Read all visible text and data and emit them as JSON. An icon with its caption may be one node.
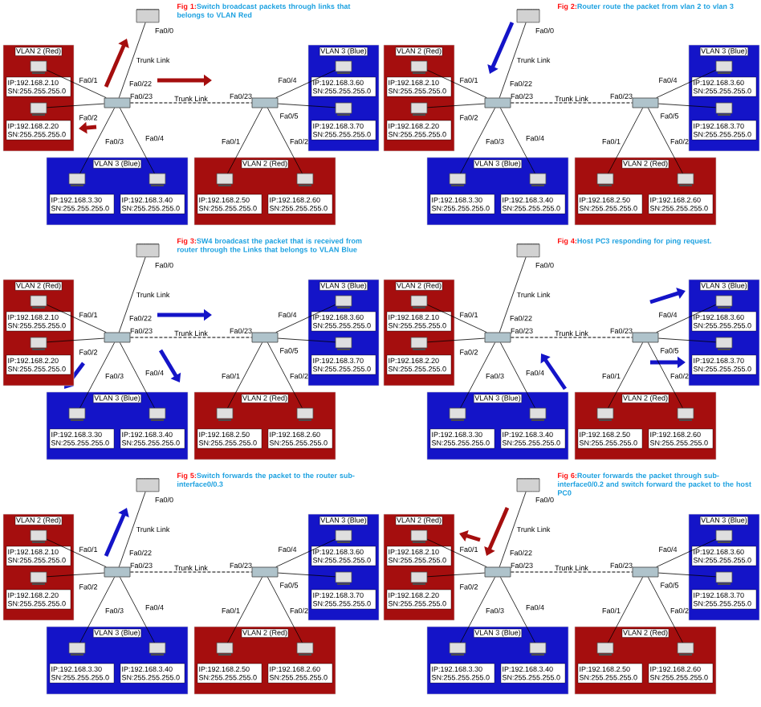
{
  "diagram": {
    "nodes": [
      {
        "text": [],
        "shape": "cylinder"
      },
      {
        "text": [],
        "shape": "box"
      },
      {
        "text": [],
        "shape": "box"
      },
      {
        "text": [
          "VLAN 2 (Red)"
        ]
      },
      {
        "text": [],
        "shape": "computer",
        "in": 3
      },
      {
        "text": [
          "IP:192.168.2.10 SN:255.255.255.0"
        ],
        "in": 3
      },
      {
        "text": [],
        "shape": "computer",
        "in": 3
      },
      {
        "text": [
          "IP:192.168.2.20 SN:255.255.255.0"
        ],
        "in": 3
      },
      {
        "text": [
          "VLAN 3 (Blue)"
        ]
      },
      {
        "text": [],
        "shape": "computer",
        "in": 8
      },
      {
        "text": [
          "IP:192.168.3.30 SN:255.255.255.0"
        ],
        "in": 8
      },
      {
        "text": [],
        "shape": "computer",
        "in": 8
      },
      {
        "text": [
          "IP:192.168.3.40 SN:255.255.255.0"
        ],
        "in": 8
      },
      {
        "text": [
          "VLAN 2 (Red)"
        ]
      },
      {
        "text": [],
        "shape": "computer",
        "in": 13
      },
      {
        "text": [
          "IP:192.168.2.50 SN:255.255.255.0"
        ],
        "in": 13
      },
      {
        "text": [],
        "shape": "computer",
        "in": 13
      },
      {
        "text": [
          "IP:192.168.2.60 SN:255.255.255.0"
        ],
        "in": 13
      },
      {
        "text": [
          "VLAN 3 (Blue)"
        ]
      },
      {
        "text": [],
        "shape": "computer",
        "in": 18
      },
      {
        "text": [
          "IP:192.168.3.60 SN:255.255.255.0"
        ],
        "in": 18
      },
      {
        "text": [],
        "shape": "computer",
        "in": 18
      },
      {
        "text": [
          "IP:192.168.3.70 SN:255.255.255.0"
        ],
        "in": 18
      },
      {
        "text": [],
        "shape": "cylinder"
      },
      {
        "text": [],
        "shape": "box"
      },
      {
        "text": [],
        "shape": "box"
      },
      {
        "text": [
          "VLAN 2 (Red)"
        ]
      },
      {
        "text": [],
        "shape": "computer",
        "in": 26
      },
      {
        "text": [
          "IP:192.168.2.10 SN:255.255.255.0"
        ],
        "in": 26
      },
      {
        "text": [],
        "shape": "computer",
        "in": 26
      },
      {
        "text": [
          "IP:192.168.2.20 SN:255.255.255.0"
        ],
        "in": 26
      },
      {
        "text": [
          "VLAN 3 (Blue)"
        ]
      },
      {
        "text": [],
        "shape": "computer",
        "in": 31
      },
      {
        "text": [
          "IP:192.168.3.30 SN:255.255.255.0"
        ],
        "in": 31
      },
      {
        "text": [],
        "shape": "computer",
        "in": 31
      },
      {
        "text": [
          "IP:192.168.3.40 SN:255.255.255.0"
        ],
        "in": 31
      },
      {
        "text": [
          "VLAN 2 (Red)"
        ]
      },
      {
        "text": [],
        "shape": "computer",
        "in": 36
      },
      {
        "text": [
          "IP:192.168.2.50 SN:255.255.255.0"
        ],
        "in": 36
      },
      {
        "text": [],
        "shape": "computer",
        "in": 36
      },
      {
        "text": [
          "IP:192.168.2.60 SN:255.255.255.0"
        ],
        "in": 36
      },
      {
        "text": [
          "VLAN 3 (Blue)"
        ]
      },
      {
        "text": [],
        "shape": "computer",
        "in": 41
      },
      {
        "text": [
          "IP:192.168.3.60 SN:255.255.255.0"
        ],
        "in": 41
      },
      {
        "text": [],
        "shape": "computer",
        "in": 41
      },
      {
        "text": [
          "IP:192.168.3.70 SN:255.255.255.0"
        ],
        "in": 41
      },
      {
        "text": [],
        "shape": "cylinder"
      },
      {
        "text": [],
        "shape": "box"
      },
      {
        "text": [],
        "shape": "box"
      },
      {
        "text": [
          "VLAN 2 (Red)"
        ]
      },
      {
        "text": [],
        "shape": "computer",
        "in": 49
      },
      {
        "text": [
          "IP:192.168.2.10 SN:255.255.255.0"
        ],
        "in": 49
      },
      {
        "text": [],
        "shape": "computer",
        "in": 49
      },
      {
        "text": [
          "IP:192.168.2.20 SN:255.255.255.0"
        ],
        "in": 49
      },
      {
        "text": [
          "VLAN 3 (Blue)"
        ]
      },
      {
        "text": [],
        "shape": "computer",
        "in": 54
      },
      {
        "text": [
          "IP:192.168.3.30 SN:255.255.255.0"
        ],
        "in": 54
      },
      {
        "text": [],
        "shape": "computer",
        "in": 54
      },
      {
        "text": [
          "IP:192.168.3.40 SN:255.255.255.0"
        ],
        "in": 54
      },
      {
        "text": [
          "VLAN 2 (Red)"
        ]
      },
      {
        "text": [],
        "shape": "computer",
        "in": 59
      },
      {
        "text": [
          "IP:192.168.2.50 SN:255.255.255.0"
        ],
        "in": 59
      },
      {
        "text": [],
        "shape": "computer",
        "in": 59
      },
      {
        "text": [
          "IP:192.168.2.60 SN:255.255.255.0"
        ],
        "in": 59
      },
      {
        "text": [
          "VLAN 3 (Blue)"
        ]
      },
      {
        "text": [],
        "shape": "computer",
        "in": 64
      },
      {
        "text": [
          "IP:192.168.3.60 SN:255.255.255.0"
        ],
        "in": 64
      },
      {
        "text": [],
        "shape": "computer",
        "in": 64
      },
      {
        "text": [
          "IP:192.168.3.70 SN:255.255.255.0"
        ],
        "in": 64
      },
      {
        "text": [],
        "shape": "cylinder"
      },
      {
        "text": [],
        "shape": "box"
      },
      {
        "text": [],
        "shape": "box"
      },
      {
        "text": [
          "VLAN 2 (Red)"
        ]
      },
      {
        "text": [],
        "shape": "computer",
        "in": 72
      },
      {
        "text": [
          "IP:192.168.2.10 SN:255.255.255.0"
        ],
        "in": 72
      },
      {
        "text": [],
        "shape": "computer",
        "in": 72
      },
      {
        "text": [
          "IP:192.168.2.20 SN:255.255.255.0"
        ],
        "in": 72
      },
      {
        "text": [
          "VLAN 3 (Blue)"
        ]
      },
      {
        "text": [],
        "shape": "computer",
        "in": 77
      },
      {
        "text": [
          "IP:192.168.3.30 SN:255.255.255.0"
        ],
        "in": 77
      },
      {
        "text": [],
        "shape": "computer",
        "in": 77
      },
      {
        "text": [
          "IP:192.168.3.40 SN:255.255.255.0"
        ],
        "in": 77
      },
      {
        "text": [
          "VLAN 2 (Red)"
        ]
      },
      {
        "text": [],
        "shape": "computer",
        "in": 82
      },
      {
        "text": [
          "IP:192.168.2.50 SN:255.255.255.0"
        ],
        "in": 82
      },
      {
        "text": [],
        "shape": "computer",
        "in": 82
      },
      {
        "text": [
          "IP:192.168.2.60 SN:255.255.255.0"
        ],
        "in": 82
      },
      {
        "text": [
          "VLAN 3 (Blue)"
        ]
      },
      {
        "text": [],
        "shape": "computer",
        "in": 87
      },
      {
        "text": [
          "IP:192.168.3.60 SN:255.255.255.0"
        ],
        "in": 87
      },
      {
        "text": [],
        "shape": "computer",
        "in": 87
      },
      {
        "text": [
          "IP:192.168.3.70 SN:255.255.255.0"
        ],
        "in": 87
      },
      {
        "text": [],
        "shape": "cylinder"
      },
      {
        "text": [],
        "shape": "box"
      },
      {
        "text": [],
        "shape": "box"
      },
      {
        "text": [
          "VLAN 2 (Red)"
        ]
      },
      {
        "text": [],
        "shape": "computer",
        "in": 95
      },
      {
        "text": [
          "IP:192.168.2.10 SN:255.255.255.0"
        ],
        "in": 95
      },
      {
        "text": [],
        "shape": "computer",
        "in": 95
      },
      {
        "text": [
          "IP:192.168.2.20 SN:255.255.255.0"
        ],
        "in": 95
      },
      {
        "text": [
          "VLAN 3 (Blue)"
        ]
      },
      {
        "text": [],
        "shape": "computer",
        "in": 100
      },
      {
        "text": [
          "IP:192.168.3.30 SN:255.255.255.0"
        ],
        "in": 100
      },
      {
        "text": [],
        "shape": "computer",
        "in": 100
      },
      {
        "text": [
          "IP:192.168.3.40 SN:255.255.255.0"
        ],
        "in": 100
      },
      {
        "text": [
          "VLAN 2 (Red)"
        ]
      },
      {
        "text": [],
        "shape": "computer",
        "in": 105
      },
      {
        "text": [
          "IP:192.168.2.50 SN:255.255.255.0"
        ],
        "in": 105
      },
      {
        "text": [],
        "shape": "computer",
        "in": 105
      },
      {
        "text": [
          "IP:192.168.2.60 SN:255.255.255.0"
        ],
        "in": 105
      },
      {
        "text": [
          "VLAN 3 (Blue)"
        ]
      },
      {
        "text": [],
        "shape": "computer",
        "in": 110
      },
      {
        "text": [
          "IP:192.168.3.60 SN:255.255.255.0"
        ],
        "in": 110
      },
      {
        "text": [],
        "shape": "computer",
        "in": 110
      },
      {
        "text": [
          "IP:192.168.3.70 SN:255.255.255.0"
        ],
        "in": 110
      },
      {
        "text": [],
        "shape": "cylinder"
      },
      {
        "text": [],
        "shape": "box"
      },
      {
        "text": [],
        "shape": "box"
      },
      {
        "text": [
          "VLAN 2 (Red)"
        ]
      },
      {
        "text": [],
        "shape": "computer",
        "in": 118
      },
      {
        "text": [
          "IP:192.168.2.10 SN:255.255.255.0"
        ],
        "in": 118
      },
      {
        "text": [],
        "shape": "computer",
        "in": 118
      },
      {
        "text": [
          "IP:192.168.2.20 SN:255.255.255.0"
        ],
        "in": 118
      },
      {
        "text": [
          "VLAN 3 (Blue)"
        ]
      },
      {
        "text": [],
        "shape": "computer",
        "in": 123
      },
      {
        "text": [
          "IP:192.168.3.30 SN:255.255.255.0"
        ],
        "in": 123
      },
      {
        "text": [],
        "shape": "computer",
        "in": 123
      },
      {
        "text": [
          "IP:192.168.3.40 SN:255.255.255.0"
        ],
        "in": 123
      },
      {
        "text": [
          "VLAN 2 (Red)"
        ]
      },
      {
        "text": [],
        "shape": "computer",
        "in": 128
      },
      {
        "text": [
          "IP:192.168.2.50 SN:255.255.255.0"
        ],
        "in": 128
      },
      {
        "text": [],
        "shape": "computer",
        "in": 128
      },
      {
        "text": [
          "IP:192.168.2.60 SN:255.255.255.0"
        ],
        "in": 128
      },
      {
        "text": [
          "VLAN 3 (Blue)"
        ]
      },
      {
        "text": [],
        "shape": "computer",
        "in": 133
      },
      {
        "text": [
          "IP:192.168.3.60 SN:255.255.255.0"
        ],
        "in": 133
      },
      {
        "text": [],
        "shape": "computer",
        "in": 133
      },
      {
        "text": [
          "IP:192.168.3.70 SN:255.255.255.0"
        ],
        "in": 133
      }
    ],
    "edges": [
      {
        "from": 0,
        "to": 1,
        "arrow": "none",
        "label": "Trunk Link"
      },
      {
        "from": 1,
        "to": 2,
        "arrow": "none",
        "label": "Trunk Link",
        "style": "dashed"
      },
      {
        "from": 1,
        "to": 4,
        "arrow": "none"
      },
      {
        "from": 1,
        "to": 6,
        "arrow": "none"
      },
      {
        "from": 1,
        "to": 9,
        "arrow": "none"
      },
      {
        "from": 1,
        "to": 11,
        "arrow": "none"
      },
      {
        "from": 2,
        "to": 14,
        "arrow": "none"
      },
      {
        "from": 2,
        "to": 16,
        "arrow": "none"
      },
      {
        "from": 2,
        "to": 19,
        "arrow": "none"
      },
      {
        "from": 2,
        "to": 21,
        "arrow": "none"
      },
      {
        "from": 23,
        "to": 24,
        "arrow": "none",
        "label": "Trunk Link"
      },
      {
        "from": 24,
        "to": 25,
        "arrow": "none",
        "label": "Trunk Link",
        "style": "dashed"
      },
      {
        "from": 24,
        "to": 27,
        "arrow": "none"
      },
      {
        "from": 24,
        "to": 29,
        "arrow": "none"
      },
      {
        "from": 24,
        "to": 32,
        "arrow": "none"
      },
      {
        "from": 24,
        "to": 34,
        "arrow": "none"
      },
      {
        "from": 25,
        "to": 37,
        "arrow": "none"
      },
      {
        "from": 25,
        "to": 39,
        "arrow": "none"
      },
      {
        "from": 25,
        "to": 42,
        "arrow": "none"
      },
      {
        "from": 25,
        "to": 44,
        "arrow": "none"
      },
      {
        "from": 46,
        "to": 47,
        "arrow": "none",
        "label": "Trunk Link"
      },
      {
        "from": 47,
        "to": 48,
        "arrow": "none",
        "label": "Trunk Link",
        "style": "dashed"
      },
      {
        "from": 47,
        "to": 50,
        "arrow": "none"
      },
      {
        "from": 47,
        "to": 52,
        "arrow": "none"
      },
      {
        "from": 47,
        "to": 55,
        "arrow": "none"
      },
      {
        "from": 47,
        "to": 57,
        "arrow": "none"
      },
      {
        "from": 48,
        "to": 60,
        "arrow": "none"
      },
      {
        "from": 48,
        "to": 62,
        "arrow": "none"
      },
      {
        "from": 48,
        "to": 65,
        "arrow": "none"
      },
      {
        "from": 48,
        "to": 67,
        "arrow": "none"
      },
      {
        "from": 69,
        "to": 70,
        "arrow": "none",
        "label": "Trunk Link"
      },
      {
        "from": 70,
        "to": 71,
        "arrow": "none",
        "label": "Trunk Link",
        "style": "dashed"
      },
      {
        "from": 70,
        "to": 73,
        "arrow": "none"
      },
      {
        "from": 70,
        "to": 75,
        "arrow": "none"
      },
      {
        "from": 70,
        "to": 78,
        "arrow": "none"
      },
      {
        "from": 70,
        "to": 80,
        "arrow": "none"
      },
      {
        "from": 71,
        "to": 83,
        "arrow": "none"
      },
      {
        "from": 71,
        "to": 85,
        "arrow": "none"
      },
      {
        "from": 71,
        "to": 88,
        "arrow": "none"
      },
      {
        "from": 71,
        "to": 90,
        "arrow": "none"
      },
      {
        "from": 92,
        "to": 93,
        "arrow": "none",
        "label": "Trunk Link"
      },
      {
        "from": 93,
        "to": 94,
        "arrow": "none",
        "label": "Trunk Link",
        "style": "dashed"
      },
      {
        "from": 93,
        "to": 96,
        "arrow": "none"
      },
      {
        "from": 93,
        "to": 98,
        "arrow": "none"
      },
      {
        "from": 93,
        "to": 101,
        "arrow": "none"
      },
      {
        "from": 93,
        "to": 103,
        "arrow": "none"
      },
      {
        "from": 94,
        "to": 106,
        "arrow": "none"
      },
      {
        "from": 94,
        "to": 108,
        "arrow": "none"
      },
      {
        "from": 94,
        "to": 111,
        "arrow": "none"
      },
      {
        "from": 94,
        "to": 113,
        "arrow": "none"
      },
      {
        "from": 115,
        "to": 116,
        "arrow": "none",
        "label": "Trunk Link"
      },
      {
        "from": 116,
        "to": 117,
        "arrow": "none",
        "label": "Trunk Link",
        "style": "dashed"
      },
      {
        "from": 116,
        "to": 119,
        "arrow": "none"
      },
      {
        "from": 116,
        "to": 121,
        "arrow": "none"
      },
      {
        "from": 116,
        "to": 124,
        "arrow": "none"
      },
      {
        "from": 116,
        "to": 126,
        "arrow": "none"
      },
      {
        "from": 117,
        "to": 129,
        "arrow": "none"
      },
      {
        "from": 117,
        "to": 131,
        "arrow": "none"
      },
      {
        "from": 117,
        "to": 134,
        "arrow": "none"
      },
      {
        "from": 117,
        "to": 136,
        "arrow": "none"
      }
    ],
    "labels": [
      "Fig 1:",
      "Switch broadcast packets through links that belongs to VLAN Red",
      "Fa0/0",
      "Fa0/22",
      "Fa0/1",
      "Fa0/2",
      "Fa0/3",
      "Fa0/4",
      "Fa0/23",
      "Fa0/23",
      "Fa0/4",
      "Fa0/5",
      "Fa0/1",
      "Fa0/2",
      "Fig 2:",
      "Router route the packet from vlan 2 to vlan 3",
      "Fa0/0",
      "Fa0/22",
      "Fa0/1",
      "Fa0/2",
      "Fa0/3",
      "Fa0/4",
      "Fa0/23",
      "Fa0/23",
      "Fa0/4",
      "Fa0/5",
      "Fa0/1",
      "Fa0/2",
      "Fig 3:",
      "SW4 broadcast the packet that is received from router through the Links that belongs to VLAN Blue",
      "Fa0/0",
      "Fa0/22",
      "Fa0/1",
      "Fa0/2",
      "Fa0/3",
      "Fa0/4",
      "Fa0/23",
      "Fa0/23",
      "Fa0/4",
      "Fa0/5",
      "Fa0/1",
      "Fa0/2",
      "Fig 4:",
      "Host PC3 responding for ping request.",
      "Fa0/0",
      "Fa0/22",
      "Fa0/1",
      "Fa0/2",
      "Fa0/3",
      "Fa0/4",
      "Fa0/23",
      "Fa0/23",
      "Fa0/4",
      "Fa0/5",
      "Fa0/1",
      "Fa0/2",
      "Fig 5:",
      "Switch forwards the packet to the router sub-interface0/0.3",
      "Fa0/0",
      "Fa0/22",
      "Fa0/1",
      "Fa0/2",
      "Fa0/3",
      "Fa0/4",
      "Fa0/23",
      "Fa0/23",
      "Fa0/4",
      "Fa0/5",
      "Fa0/1",
      "Fa0/2",
      "Fig 6:",
      "Router forwards the packet through sub-interface0/0.2 and switch forward the packet to the host PC0",
      "Fa0/0",
      "Fa0/22",
      "Fa0/1",
      "Fa0/2",
      "Fa0/3",
      "Fa0/4",
      "Fa0/23",
      "Fa0/23",
      "Fa0/4",
      "Fa0/5",
      "Fa0/1",
      "Fa0/2"
    ]
  }
}
